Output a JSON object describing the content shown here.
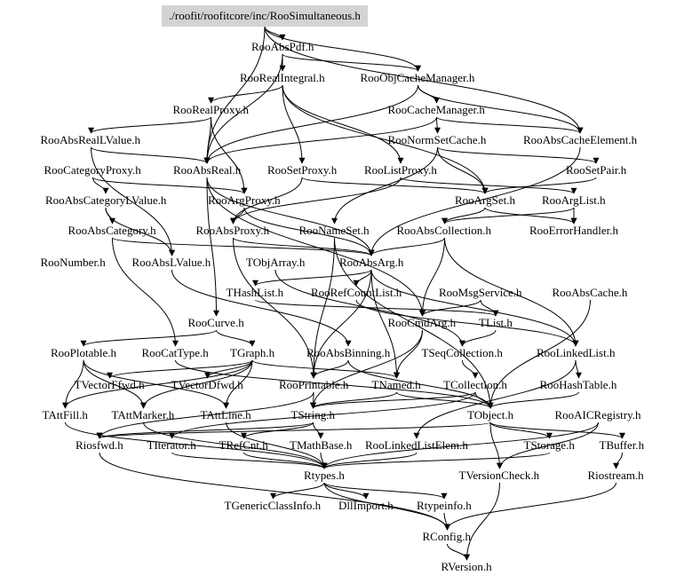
{
  "root": {
    "label": "./roofit/roofitcore/inc/RooSimultaneous.h",
    "fill": "#d3d3d3"
  },
  "nodes": [
    {
      "id": "RooAbsPdf",
      "label": "RooAbsPdf.h"
    },
    {
      "id": "RooRealIntegral",
      "label": "RooRealIntegral.h"
    },
    {
      "id": "RooObjCacheManager",
      "label": "RooObjCacheManager.h"
    },
    {
      "id": "RooRealProxy",
      "label": "RooRealProxy.h"
    },
    {
      "id": "RooCacheManager",
      "label": "RooCacheManager.h"
    },
    {
      "id": "RooAbsRealLValue",
      "label": "RooAbsRealLValue.h"
    },
    {
      "id": "RooNormSetCache",
      "label": "RooNormSetCache.h"
    },
    {
      "id": "RooAbsCacheElement",
      "label": "RooAbsCacheElement.h"
    },
    {
      "id": "RooCategoryProxy",
      "label": "RooCategoryProxy.h"
    },
    {
      "id": "RooAbsReal",
      "label": "RooAbsReal.h"
    },
    {
      "id": "RooSetProxy",
      "label": "RooSetProxy.h"
    },
    {
      "id": "RooListProxy",
      "label": "RooListProxy.h"
    },
    {
      "id": "RooSetPair",
      "label": "RooSetPair.h"
    },
    {
      "id": "RooAbsCategoryLValue",
      "label": "RooAbsCategoryLValue.h"
    },
    {
      "id": "RooArgProxy",
      "label": "RooArgProxy.h"
    },
    {
      "id": "RooArgSet",
      "label": "RooArgSet.h"
    },
    {
      "id": "RooArgList",
      "label": "RooArgList.h"
    },
    {
      "id": "RooAbsCategory",
      "label": "RooAbsCategory.h"
    },
    {
      "id": "RooAbsProxy",
      "label": "RooAbsProxy.h"
    },
    {
      "id": "RooNameSet",
      "label": "RooNameSet.h"
    },
    {
      "id": "RooAbsCollection",
      "label": "RooAbsCollection.h"
    },
    {
      "id": "RooErrorHandler",
      "label": "RooErrorHandler.h"
    },
    {
      "id": "RooNumber",
      "label": "RooNumber.h"
    },
    {
      "id": "RooAbsLValue",
      "label": "RooAbsLValue.h"
    },
    {
      "id": "TObjArray",
      "label": "TObjArray.h"
    },
    {
      "id": "RooAbsArg",
      "label": "RooAbsArg.h"
    },
    {
      "id": "THashList",
      "label": "THashList.h"
    },
    {
      "id": "RooRefCountList",
      "label": "RooRefCountList.h"
    },
    {
      "id": "RooMsgService",
      "label": "RooMsgService.h"
    },
    {
      "id": "RooAbsCache",
      "label": "RooAbsCache.h"
    },
    {
      "id": "RooCurve",
      "label": "RooCurve.h"
    },
    {
      "id": "RooCmdArg",
      "label": "RooCmdArg.h"
    },
    {
      "id": "TList",
      "label": "TList.h"
    },
    {
      "id": "RooPlotable",
      "label": "RooPlotable.h"
    },
    {
      "id": "RooCatType",
      "label": "RooCatType.h"
    },
    {
      "id": "TGraph",
      "label": "TGraph.h"
    },
    {
      "id": "RooAbsBinning",
      "label": "RooAbsBinning.h"
    },
    {
      "id": "TSeqCollection",
      "label": "TSeqCollection.h"
    },
    {
      "id": "RooLinkedList",
      "label": "RooLinkedList.h"
    },
    {
      "id": "TVectorFfwd",
      "label": "TVectorFfwd.h"
    },
    {
      "id": "TVectorDfwd",
      "label": "TVectorDfwd.h"
    },
    {
      "id": "RooPrintable",
      "label": "RooPrintable.h"
    },
    {
      "id": "TNamed",
      "label": "TNamed.h"
    },
    {
      "id": "TCollection",
      "label": "TCollection.h"
    },
    {
      "id": "RooHashTable",
      "label": "RooHashTable.h"
    },
    {
      "id": "TAttFill",
      "label": "TAttFill.h"
    },
    {
      "id": "TAttMarker",
      "label": "TAttMarker.h"
    },
    {
      "id": "TAttLine",
      "label": "TAttLine.h"
    },
    {
      "id": "TString",
      "label": "TString.h"
    },
    {
      "id": "TObject",
      "label": "TObject.h"
    },
    {
      "id": "RooAICRegistry",
      "label": "RooAICRegistry.h"
    },
    {
      "id": "Riosfwd",
      "label": "Riosfwd.h"
    },
    {
      "id": "TIterator",
      "label": "TIterator.h"
    },
    {
      "id": "TRefCnt",
      "label": "TRefCnt.h"
    },
    {
      "id": "TMathBase",
      "label": "TMathBase.h"
    },
    {
      "id": "RooLinkedListElem",
      "label": "RooLinkedListElem.h"
    },
    {
      "id": "TStorage",
      "label": "TStorage.h"
    },
    {
      "id": "TBuffer",
      "label": "TBuffer.h"
    },
    {
      "id": "Rtypes",
      "label": "Rtypes.h"
    },
    {
      "id": "TVersionCheck",
      "label": "TVersionCheck.h"
    },
    {
      "id": "Riostream",
      "label": "Riostream.h"
    },
    {
      "id": "TGenericClassInfo",
      "label": "TGenericClassInfo.h"
    },
    {
      "id": "DllImport",
      "label": "DllImport.h"
    },
    {
      "id": "Rtypeinfo",
      "label": "Rtypeinfo.h"
    },
    {
      "id": "RConfig",
      "label": "RConfig.h"
    },
    {
      "id": "RVersion",
      "label": "RVersion.h"
    }
  ],
  "edges": [
    [
      "root",
      "RooAbsPdf"
    ],
    [
      "root",
      "RooObjCacheManager"
    ],
    [
      "root",
      "RooAbsReal"
    ],
    [
      "root",
      "RooAbsCacheElement"
    ],
    [
      "RooAbsPdf",
      "RooRealIntegral"
    ],
    [
      "RooAbsPdf",
      "RooObjCacheManager"
    ],
    [
      "RooAbsPdf",
      "RooAbsReal"
    ],
    [
      "RooRealIntegral",
      "RooRealProxy"
    ],
    [
      "RooRealIntegral",
      "RooSetProxy"
    ],
    [
      "RooRealIntegral",
      "RooListProxy"
    ],
    [
      "RooRealIntegral",
      "RooArgSet"
    ],
    [
      "RooObjCacheManager",
      "RooCacheManager"
    ],
    [
      "RooObjCacheManager",
      "RooAbsCacheElement"
    ],
    [
      "RooObjCacheManager",
      "RooAbsReal"
    ],
    [
      "RooCacheManager",
      "RooNormSetCache"
    ],
    [
      "RooCacheManager",
      "RooAbsCacheElement"
    ],
    [
      "RooCacheManager",
      "RooAbsReal"
    ],
    [
      "RooRealProxy",
      "RooAbsRealLValue"
    ],
    [
      "RooRealProxy",
      "RooAbsReal"
    ],
    [
      "RooRealProxy",
      "RooArgProxy"
    ],
    [
      "RooAbsRealLValue",
      "RooAbsReal"
    ],
    [
      "RooAbsRealLValue",
      "RooAbsLValue"
    ],
    [
      "RooNormSetCache",
      "RooSetPair"
    ],
    [
      "RooNormSetCache",
      "RooArgSet"
    ],
    [
      "RooNormSetCache",
      "RooNameSet"
    ],
    [
      "RooAbsCacheElement",
      "RooAbsArg"
    ],
    [
      "RooCategoryProxy",
      "RooAbsCategoryLValue"
    ],
    [
      "RooCategoryProxy",
      "RooArgProxy"
    ],
    [
      "RooAbsReal",
      "RooAbsArg"
    ],
    [
      "RooAbsReal",
      "RooCmdArg"
    ],
    [
      "RooAbsReal",
      "RooCurve"
    ],
    [
      "RooSetProxy",
      "RooAbsProxy"
    ],
    [
      "RooSetProxy",
      "RooArgSet"
    ],
    [
      "RooListProxy",
      "RooAbsProxy"
    ],
    [
      "RooListProxy",
      "RooArgList"
    ],
    [
      "RooSetPair",
      "RooArgSet"
    ],
    [
      "RooAbsCategoryLValue",
      "RooAbsCategory"
    ],
    [
      "RooAbsCategoryLValue",
      "RooAbsLValue"
    ],
    [
      "RooArgProxy",
      "RooAbsProxy"
    ],
    [
      "RooArgProxy",
      "RooAbsArg"
    ],
    [
      "RooArgSet",
      "RooAbsCollection"
    ],
    [
      "RooArgSet",
      "RooErrorHandler"
    ],
    [
      "RooArgList",
      "RooAbsCollection"
    ],
    [
      "RooArgList",
      "RooErrorHandler"
    ],
    [
      "RooAbsCategory",
      "RooAbsArg"
    ],
    [
      "RooAbsCategory",
      "RooCatType"
    ],
    [
      "RooAbsProxy",
      "RooAbsArg"
    ],
    [
      "RooAbsProxy",
      "RooPrintable"
    ],
    [
      "RooNameSet",
      "RooPrintable"
    ],
    [
      "RooNameSet",
      "TObject"
    ],
    [
      "RooAbsCollection",
      "RooAbsArg"
    ],
    [
      "RooAbsCollection",
      "RooLinkedList"
    ],
    [
      "RooAbsCollection",
      "RooCmdArg"
    ],
    [
      "RooAbsLValue",
      "RooAbsBinning"
    ],
    [
      "TObjArray",
      "TSeqCollection"
    ],
    [
      "RooAbsArg",
      "THashList"
    ],
    [
      "RooAbsArg",
      "RooRefCountList"
    ],
    [
      "RooAbsArg",
      "TNamed"
    ],
    [
      "RooAbsArg",
      "RooPrintable"
    ],
    [
      "RooAbsArg",
      "RooLinkedList"
    ],
    [
      "THashList",
      "TList"
    ],
    [
      "RooRefCountList",
      "RooLinkedList"
    ],
    [
      "RooMsgService",
      "RooCmdArg"
    ],
    [
      "RooMsgService",
      "TList"
    ],
    [
      "RooAbsCache",
      "TObject"
    ],
    [
      "RooCurve",
      "TGraph"
    ],
    [
      "RooCurve",
      "RooPlotable"
    ],
    [
      "RooCmdArg",
      "TNamed"
    ],
    [
      "RooCmdArg",
      "TString"
    ],
    [
      "TList",
      "TSeqCollection"
    ],
    [
      "RooPlotable",
      "TAttFill"
    ],
    [
      "RooPlotable",
      "TAttMarker"
    ],
    [
      "RooPlotable",
      "TAttLine"
    ],
    [
      "RooCatType",
      "TObject"
    ],
    [
      "TGraph",
      "TNamed"
    ],
    [
      "TGraph",
      "TAttLine"
    ],
    [
      "TGraph",
      "TAttFill"
    ],
    [
      "TGraph",
      "TAttMarker"
    ],
    [
      "TGraph",
      "TVectorFfwd"
    ],
    [
      "TGraph",
      "TVectorDfwd"
    ],
    [
      "RooAbsBinning",
      "TObject"
    ],
    [
      "RooAbsBinning",
      "RooPrintable"
    ],
    [
      "TSeqCollection",
      "TCollection"
    ],
    [
      "RooLinkedList",
      "RooHashTable"
    ],
    [
      "RooLinkedList",
      "RooLinkedListElem"
    ],
    [
      "RooPrintable",
      "Riosfwd"
    ],
    [
      "RooPrintable",
      "TString"
    ],
    [
      "TNamed",
      "TString"
    ],
    [
      "TNamed",
      "TObject"
    ],
    [
      "TCollection",
      "TObject"
    ],
    [
      "TCollection",
      "TIterator"
    ],
    [
      "TCollection",
      "TString"
    ],
    [
      "RooHashTable",
      "TObject"
    ],
    [
      "TAttFill",
      "Rtypes"
    ],
    [
      "TAttMarker",
      "Rtypes"
    ],
    [
      "TAttLine",
      "Rtypes"
    ],
    [
      "TString",
      "TMathBase"
    ],
    [
      "TString",
      "TRefCnt"
    ],
    [
      "TString",
      "Riosfwd"
    ],
    [
      "TObject",
      "TStorage"
    ],
    [
      "TObject",
      "Riosfwd"
    ],
    [
      "TObject",
      "TVersionCheck"
    ],
    [
      "TObject",
      "TBuffer"
    ],
    [
      "RooAICRegistry",
      "Rtypes"
    ],
    [
      "RooAICRegistry",
      "TVersionCheck"
    ],
    [
      "TIterator",
      "Rtypes"
    ],
    [
      "TRefCnt",
      "Rtypes"
    ],
    [
      "TMathBase",
      "Rtypes"
    ],
    [
      "RooLinkedListElem",
      "Rtypes"
    ],
    [
      "TStorage",
      "Rtypes"
    ],
    [
      "TBuffer",
      "Riostream"
    ],
    [
      "Rtypes",
      "TGenericClassInfo"
    ],
    [
      "Rtypes",
      "DllImport"
    ],
    [
      "Rtypes",
      "Rtypeinfo"
    ],
    [
      "Rtypes",
      "RConfig"
    ],
    [
      "Riosfwd",
      "RConfig"
    ],
    [
      "TVersionCheck",
      "RVersion"
    ],
    [
      "Riostream",
      "RConfig"
    ],
    [
      "Rtypeinfo",
      "RConfig"
    ],
    [
      "RConfig",
      "RVersion"
    ]
  ]
}
